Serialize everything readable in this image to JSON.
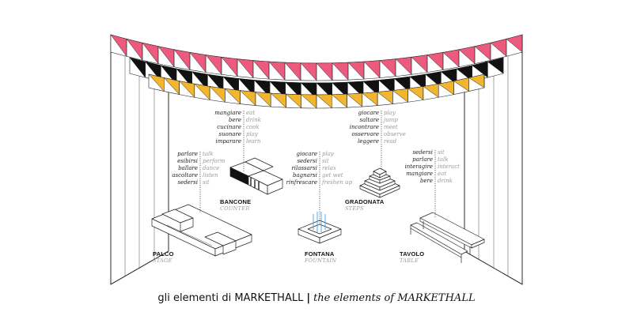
{
  "caption": {
    "italian": "gli elementi di MARKETHALL",
    "separator": "|",
    "english": "the elements of MARKETHALL"
  },
  "colors": {
    "pink": "#ec5a7d",
    "black": "#111111",
    "yellow": "#f2b530",
    "line": "#222222",
    "muted": "#9a9a9a"
  },
  "elements": [
    {
      "id": "palco",
      "name": "PALCO",
      "subtitle": "STAGE",
      "actions": [
        {
          "it": "parlare",
          "en": "talk"
        },
        {
          "it": "esibirsi",
          "en": "perform"
        },
        {
          "it": "ballare",
          "en": "dance"
        },
        {
          "it": "ascoltare",
          "en": "listen"
        },
        {
          "it": "sedersi",
          "en": "sit"
        }
      ]
    },
    {
      "id": "bancone",
      "name": "BANCONE",
      "subtitle": "COUNTER",
      "actions": [
        {
          "it": "mangiare",
          "en": "eat"
        },
        {
          "it": "bere",
          "en": "drink"
        },
        {
          "it": "cucinare",
          "en": "cook"
        },
        {
          "it": "suonare",
          "en": "play"
        },
        {
          "it": "imparare",
          "en": "learn"
        }
      ]
    },
    {
      "id": "fontana",
      "name": "FONTANA",
      "subtitle": "FOUNTAIN",
      "actions": [
        {
          "it": "giocare",
          "en": "play"
        },
        {
          "it": "sedersi",
          "en": "sit"
        },
        {
          "it": "rilassarsi",
          "en": "relax"
        },
        {
          "it": "bagnarsi",
          "en": "get wet"
        },
        {
          "it": "rinfrescare",
          "en": "freshen up"
        }
      ]
    },
    {
      "id": "gradonata",
      "name": "GRADONATA",
      "subtitle": "STEPS",
      "actions": [
        {
          "it": "giocare",
          "en": "play"
        },
        {
          "it": "saltare",
          "en": "jump"
        },
        {
          "it": "incontrare",
          "en": "meet"
        },
        {
          "it": "osservare",
          "en": "observe"
        },
        {
          "it": "leggere",
          "en": "read"
        }
      ]
    },
    {
      "id": "tavolo",
      "name": "TAVOLO",
      "subtitle": "TABLE",
      "actions": [
        {
          "it": "sedersi",
          "en": "sit"
        },
        {
          "it": "parlare",
          "en": "talk"
        },
        {
          "it": "interagire",
          "en": "interact"
        },
        {
          "it": "mangiare",
          "en": "eat"
        },
        {
          "it": "bere",
          "en": "drink"
        }
      ]
    }
  ]
}
